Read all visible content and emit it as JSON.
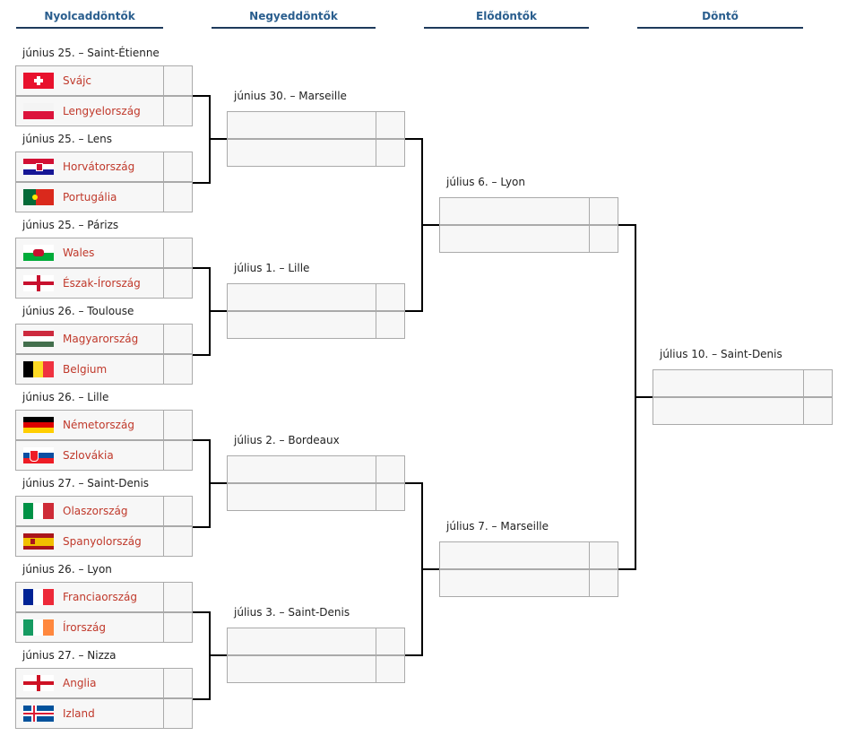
{
  "rounds": {
    "r16": "Nyolcaddöntők",
    "qf": "Negyeddöntők",
    "sf": "Elődöntők",
    "final": "Döntő"
  },
  "r16": [
    {
      "label": "június 25. – Saint-Étienne",
      "teams": [
        {
          "name": "Svájc",
          "flag": "sui"
        },
        {
          "name": "Lengyelország",
          "flag": "pol"
        }
      ]
    },
    {
      "label": "június 25. – Lens",
      "teams": [
        {
          "name": "Horvátország",
          "flag": "cro"
        },
        {
          "name": "Portugália",
          "flag": "por"
        }
      ]
    },
    {
      "label": "június 25. – Párizs",
      "teams": [
        {
          "name": "Wales",
          "flag": "wal"
        },
        {
          "name": "Észak-Írország",
          "flag": "nir"
        }
      ]
    },
    {
      "label": "június 26. – Toulouse",
      "teams": [
        {
          "name": "Magyarország",
          "flag": "hun"
        },
        {
          "name": "Belgium",
          "flag": "bel"
        }
      ]
    },
    {
      "label": "június 26. – Lille",
      "teams": [
        {
          "name": "Németország",
          "flag": "ger"
        },
        {
          "name": "Szlovákia",
          "flag": "svk"
        }
      ]
    },
    {
      "label": "június 27. – Saint-Denis",
      "teams": [
        {
          "name": "Olaszország",
          "flag": "ita"
        },
        {
          "name": "Spanyolország",
          "flag": "esp"
        }
      ]
    },
    {
      "label": "június 26. – Lyon",
      "teams": [
        {
          "name": "Franciaország",
          "flag": "fra"
        },
        {
          "name": "Írország",
          "flag": "irl"
        }
      ]
    },
    {
      "label": "június 27. – Nizza",
      "teams": [
        {
          "name": "Anglia",
          "flag": "eng"
        },
        {
          "name": "Izland",
          "flag": "isl"
        }
      ]
    }
  ],
  "qf": [
    {
      "label": "június 30. – Marseille"
    },
    {
      "label": "július 1. – Lille"
    },
    {
      "label": "július 2. – Bordeaux"
    },
    {
      "label": "július 3. – Saint-Denis"
    }
  ],
  "sf": [
    {
      "label": "július 6. – Lyon"
    },
    {
      "label": "július 7. – Marseille"
    }
  ],
  "final": {
    "label": "július 10. – Saint-Denis"
  },
  "colors": {
    "title": "#2a5e8e",
    "team_name": "#c0392b",
    "line": "#000000",
    "box_border": "#aaaaaa",
    "box_bg": "#f7f7f7"
  }
}
